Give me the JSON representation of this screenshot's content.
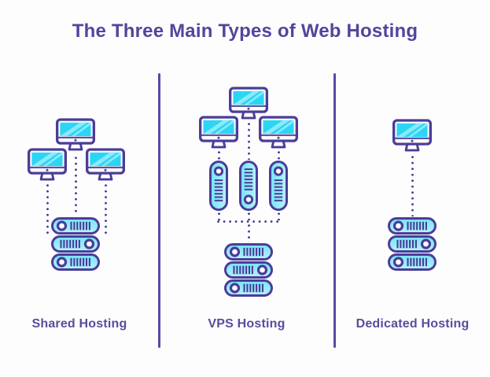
{
  "title": "The Three Main Types of Web Hosting",
  "colors": {
    "background": "#fdfdfe",
    "outline": "#4a3d99",
    "title_text": "#53459c",
    "label_text": "#5b4b9d",
    "divider": "#5a49a3",
    "screen_cyan": "#2bd6f5",
    "screen_highlight": "#8aeafb",
    "server_fill_top": "#74e4f7",
    "server_fill_bottom": "#b9f1fc",
    "white": "#ffffff"
  },
  "sections": [
    {
      "id": "shared",
      "label": "Shared Hosting",
      "client_monitors": 3,
      "vps_containers": 0,
      "server_units": 3
    },
    {
      "id": "vps",
      "label": "VPS Hosting",
      "client_monitors": 3,
      "vps_containers": 3,
      "server_units": 3
    },
    {
      "id": "dedicated",
      "label": "Dedicated Hosting",
      "client_monitors": 1,
      "vps_containers": 0,
      "server_units": 3
    }
  ]
}
